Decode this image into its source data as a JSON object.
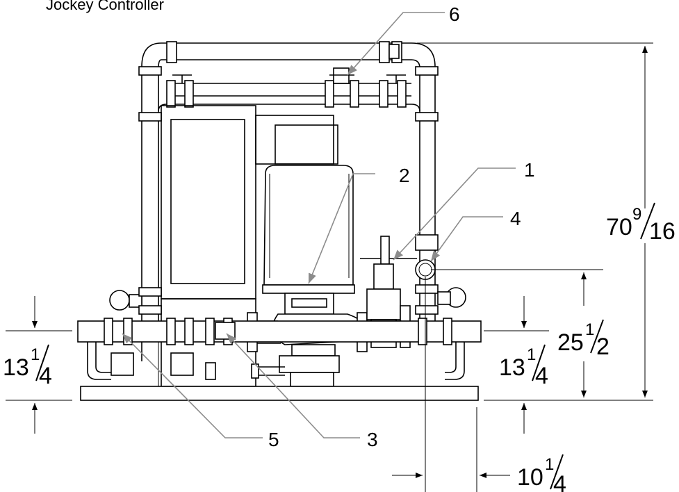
{
  "title": "Jockey Controller",
  "callouts": {
    "c1": "1",
    "c2": "2",
    "c3": "3",
    "c4": "4",
    "c5": "5",
    "c6": "6"
  },
  "dimensions": {
    "overall_height": {
      "whole": "70",
      "num": "9",
      "den": "16"
    },
    "center_height": {
      "whole": "25",
      "num": "1",
      "den": "2"
    },
    "left_header_height": {
      "whole": "13",
      "num": "1",
      "den": "4"
    },
    "right_header_height": {
      "whole": "13",
      "num": "1",
      "den": "4"
    },
    "offset": {
      "whole": "10",
      "num": "1",
      "den": "4"
    }
  }
}
